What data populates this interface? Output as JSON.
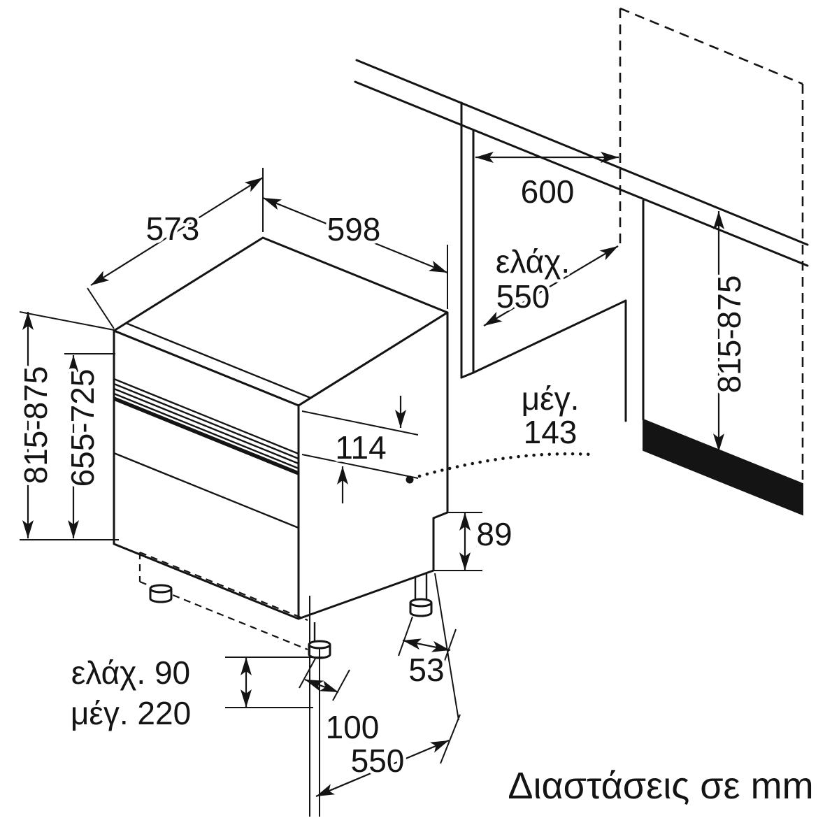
{
  "title": "Διαστάσεις σε mm",
  "labels": {
    "depth_top": "573",
    "width_top": "598",
    "worktop_depth": "600",
    "niche_min_label": "ελάχ.",
    "niche_min_value": "550",
    "height_range_left": "815-875",
    "opening_height_range": "655-725",
    "height_range_right": "815-875",
    "panel_height": "114",
    "door_max_label": "μέγ.",
    "door_max_value": "143",
    "rear_base_height": "89",
    "rear_foot_inset": "53",
    "front_foot_inset": "100",
    "base_depth": "550",
    "plinth_min": "ελάχ. 90",
    "plinth_max": "μέγ. 220"
  }
}
